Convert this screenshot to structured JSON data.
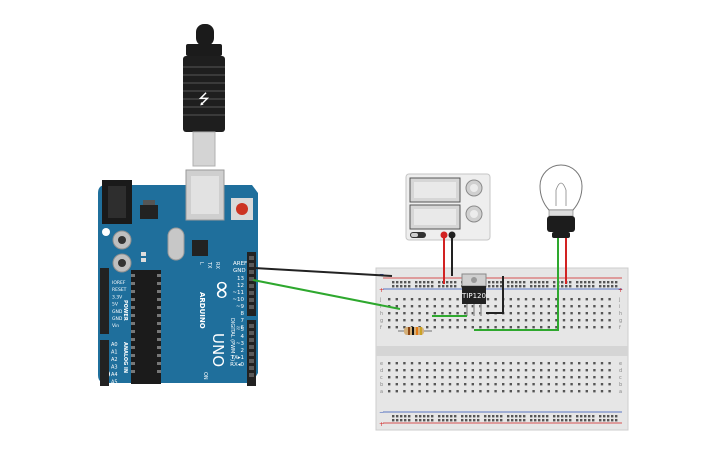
{
  "canvas": {
    "background": "#ffffff"
  },
  "colors": {
    "arduino_board": "#1f6f9c",
    "arduino_dark": "#165a80",
    "header_black": "#222222",
    "wire_ground": "#222222",
    "wire_signal": "#2ea82e",
    "wire_power": "#d22222",
    "breadboard": "#e6e6e6",
    "rail_red": "#d22222",
    "rail_blue": "#2b4fb5",
    "reset_button": "#cc3322"
  },
  "arduino": {
    "brand": "ARDUINO",
    "model": "UNO",
    "logo_symbol": "∞",
    "aref_label": "AREF",
    "gnd_label": "GND",
    "digital_label": "DIGITAL (PWM ~)",
    "digital_pins": [
      "13",
      "12",
      "~11",
      "~10",
      "~9",
      "8",
      "7",
      "~6",
      "~5",
      "4",
      "~3",
      "2",
      "TX▸1",
      "RX◂0"
    ],
    "power_label": "POWER",
    "power_pins": [
      "IOREF",
      "RESET",
      "3.3V",
      "5V",
      "GND",
      "GND",
      "Vin"
    ],
    "analog_label": "ANALOG IN",
    "analog_pins": [
      "A0",
      "A1",
      "A2",
      "A3",
      "A4",
      "A5"
    ],
    "led_labels": [
      "L",
      "TX",
      "RX"
    ],
    "on_label": "ON",
    "icons": [
      "usb-connector-icon",
      "reset-button-icon",
      "arduino-logo-icon"
    ]
  },
  "power_supply": {
    "icons": [
      "voltage-knob-icon",
      "current-knob-icon",
      "power-switch-icon"
    ]
  },
  "transistor": {
    "label": "TIP120"
  },
  "breadboard": {
    "row_letters_top": [
      "j",
      "i",
      "h",
      "g",
      "f"
    ],
    "row_letters_bottom": [
      "e",
      "d",
      "c",
      "b",
      "a"
    ],
    "rail_plus": "+",
    "rail_minus": "−",
    "column_count": 30
  },
  "lamp": {
    "icons": [
      "light-bulb-icon"
    ]
  },
  "resistor": {
    "icons": [
      "resistor-icon"
    ]
  }
}
